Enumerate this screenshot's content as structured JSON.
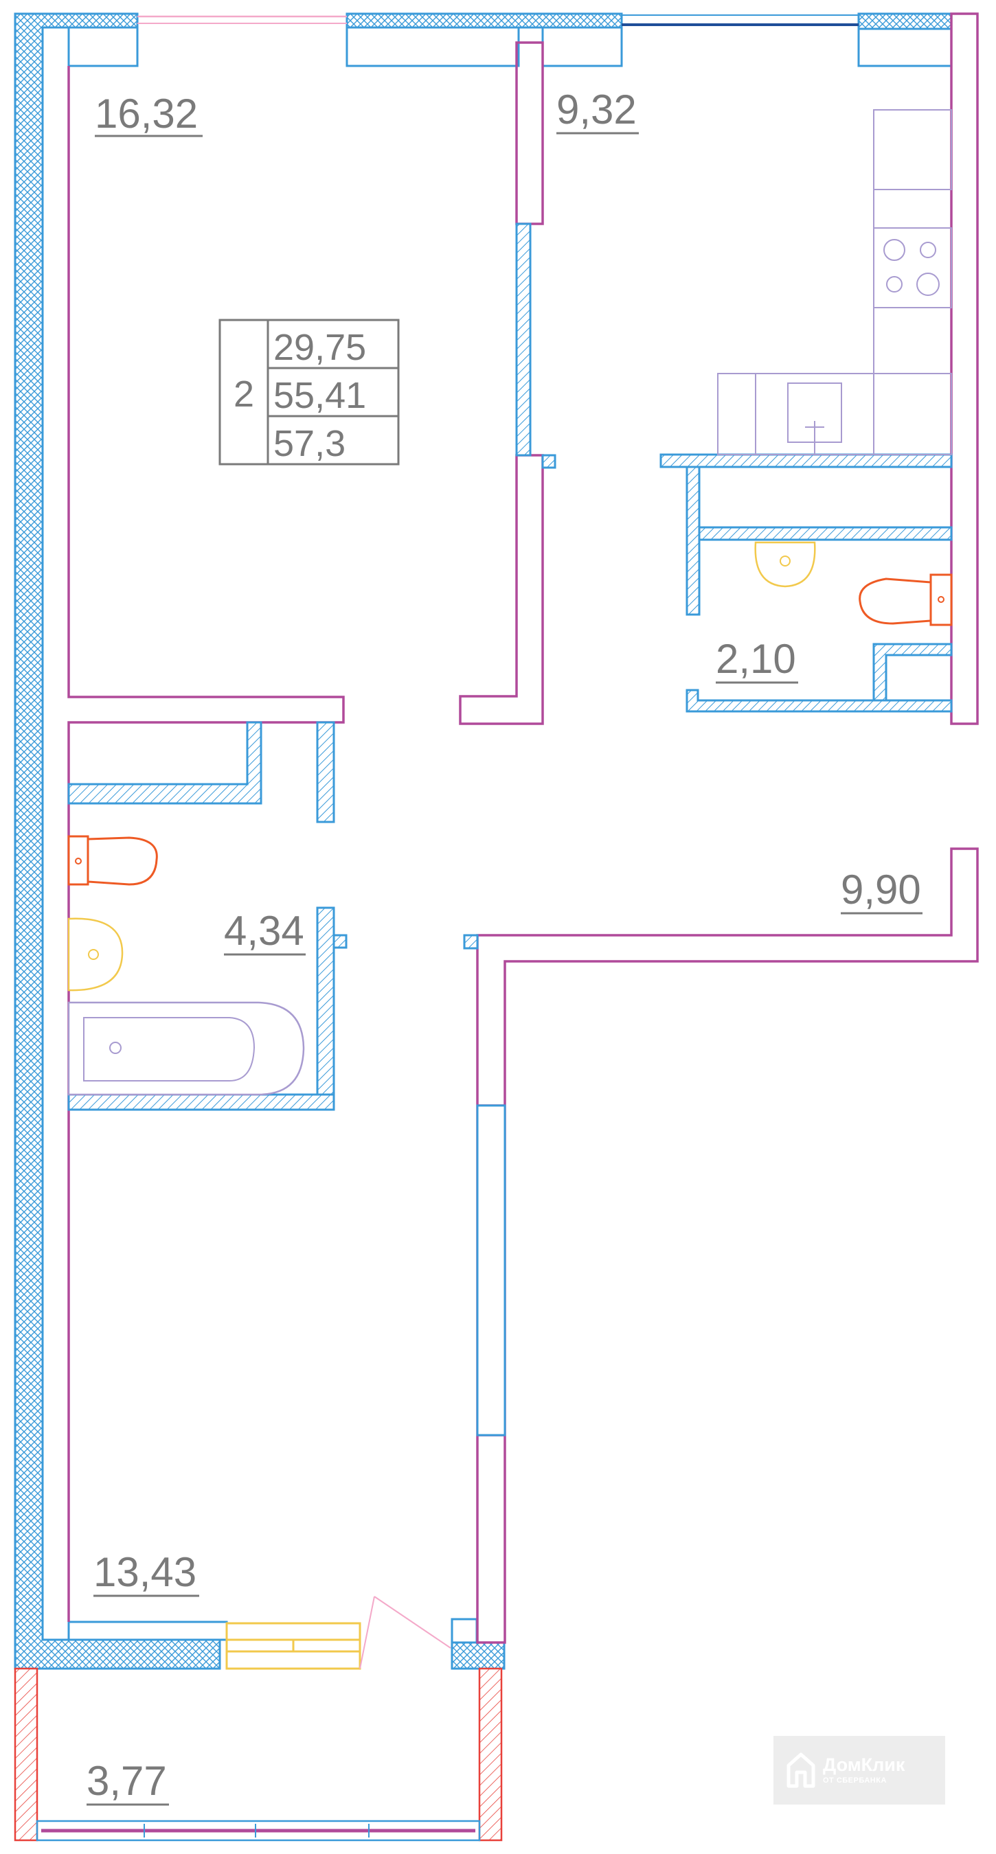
{
  "rooms": [
    {
      "id": "living-room",
      "area": "16,32"
    },
    {
      "id": "kitchen",
      "area": "9,32"
    },
    {
      "id": "toilet",
      "area": "2,10"
    },
    {
      "id": "bathroom",
      "area": "4,34"
    },
    {
      "id": "hallway",
      "area": "9,90"
    },
    {
      "id": "bedroom",
      "area": "13,43"
    },
    {
      "id": "balcony",
      "area": "3,77"
    }
  ],
  "summary": {
    "rooms_count": "2",
    "living_area": "29,75",
    "total_area": "55,41",
    "total_with_balcony": "57,3"
  },
  "watermark": {
    "title": "ДомКлик",
    "subtitle": "ОТ СБЕРБАНКА"
  },
  "colors": {
    "outer_wall": "#3a9ad9",
    "partition": "#b04a9a",
    "window": "#1f4e99",
    "door_swing": "#f4a9c9",
    "balcony_wall": "#e8413a",
    "toilet_fixture": "#ee5a24",
    "sink_fixture": "#f2c94c",
    "furniture": "#a89bd0",
    "label_text": "#7a7a7a"
  }
}
